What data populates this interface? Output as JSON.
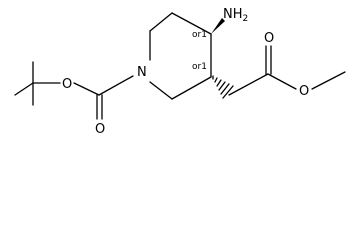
{
  "structure": {
    "atoms": {
      "ring_nitrogen": "N",
      "amine": "NH",
      "amine_subscript": "2",
      "carbamate_ester_oxygen": "O",
      "carbamate_carbonyl_oxygen": "O",
      "ester_carbonyl_oxygen": "O",
      "ester_oxygen": "O"
    },
    "stereo_labels": {
      "c4": "or1",
      "c3": "or1"
    }
  }
}
